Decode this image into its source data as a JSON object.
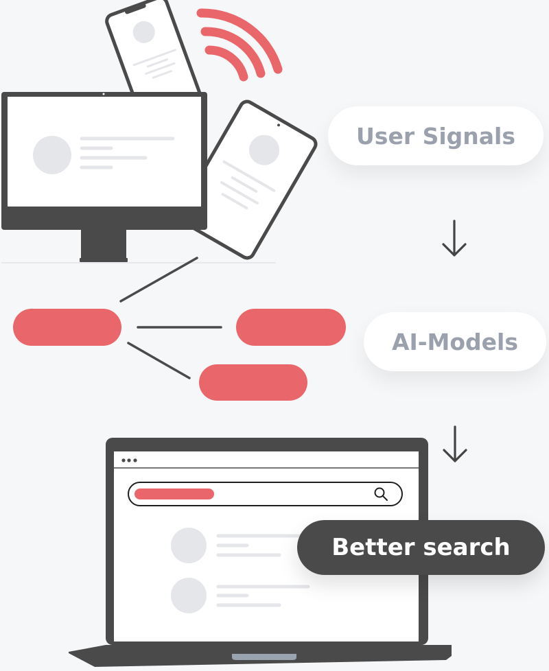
{
  "colors": {
    "background": "#f6f7f9",
    "accent_red": "#e9666a",
    "device_dark": "#4a4a4a",
    "placeholder_gray": "#e5e6e9",
    "label_text_gray": "#9aa1ad",
    "trackpad_gray": "#9aa3b0"
  },
  "flow": {
    "steps": [
      {
        "label": "User Signals",
        "style": "light"
      },
      {
        "label": "AI-Models",
        "style": "light"
      },
      {
        "label": "Better search",
        "style": "dark"
      }
    ],
    "arrows": [
      "arrow-down",
      "arrow-down"
    ]
  },
  "illustration": {
    "signal_icon": "wifi-signal-icon",
    "devices": [
      "smartphone",
      "desktop-monitor",
      "tablet",
      "laptop"
    ],
    "model_nodes": 3,
    "browser": {
      "window_controls": "three-dots",
      "search_bar_icon": "search-icon"
    }
  }
}
